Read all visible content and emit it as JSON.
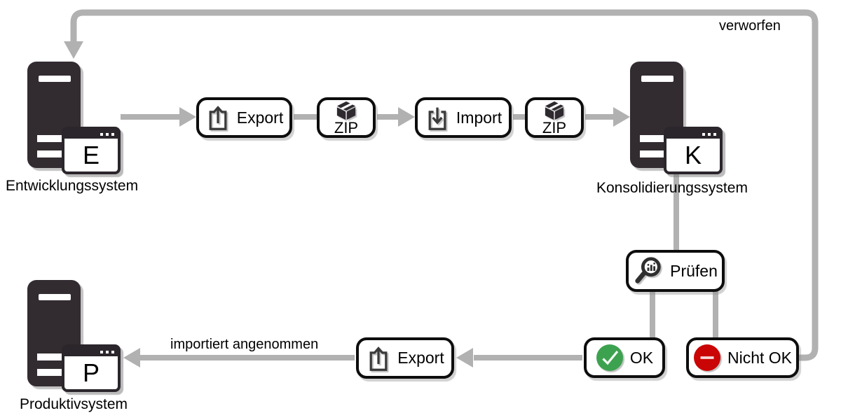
{
  "diagram": {
    "title_hint": "transport-workflow",
    "systems": {
      "development": {
        "label": "Entwicklungssystem",
        "letter": "E"
      },
      "consolidation": {
        "label": "Konsolidierungssystem",
        "letter": "K"
      },
      "production": {
        "label": "Produktivsystem",
        "letter": "P"
      }
    },
    "nodes": {
      "export_top": {
        "label": "Export"
      },
      "zip_1": {
        "label": "ZIP"
      },
      "import": {
        "label": "Import"
      },
      "zip_2": {
        "label": "ZIP"
      },
      "check": {
        "label": "Prüfen"
      },
      "ok": {
        "label": "OK"
      },
      "not_ok": {
        "label": "Nicht OK"
      },
      "export_bottom": {
        "label": "Export"
      }
    },
    "edge_labels": {
      "discarded": "verworfen",
      "imported_accepted": "importiert angenommen"
    },
    "colors": {
      "ok_green": "#3da24f",
      "not_ok_red": "#ca0505",
      "arrow_gray": "#b1b1b1",
      "server_dark": "#322c31",
      "icon_dark": "#3a3a3a"
    }
  }
}
